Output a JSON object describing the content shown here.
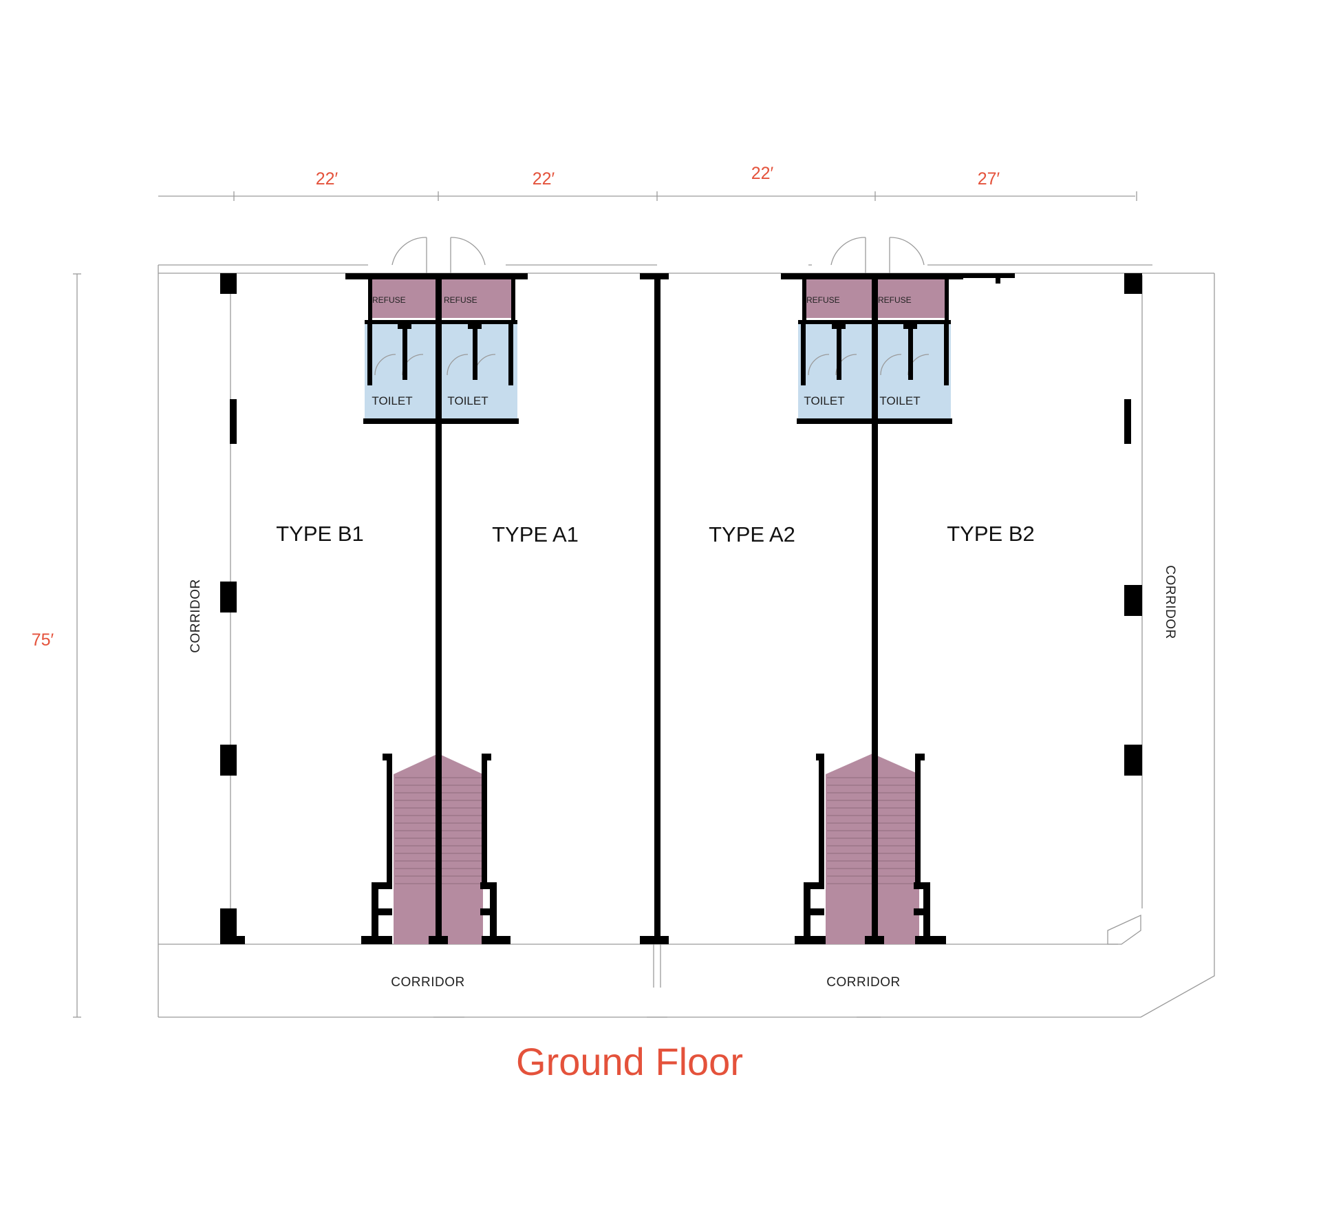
{
  "title": "Ground Floor",
  "dimensions": {
    "top": [
      "22′",
      "22′",
      "22′",
      "27′"
    ],
    "side": "75′"
  },
  "units": [
    "TYPE B1",
    "TYPE A1",
    "TYPE A2",
    "TYPE B2"
  ],
  "rooms": {
    "refuse": [
      "REFUSE",
      "REFUSE",
      "REFUSE",
      "REFUSE"
    ],
    "toilet": [
      "TOILET",
      "TOILET",
      "TOILET",
      "TOILET"
    ]
  },
  "corridors": {
    "left": "CORRIDOR",
    "right": "CORRIDOR",
    "bottom_left": "CORRIDOR",
    "bottom_right": "CORRIDOR"
  },
  "colors": {
    "dimension": "#e4523b",
    "refuse": "#b58ba0",
    "toilet": "#c6dced",
    "stairs": "#b58ba0",
    "wall": "#000000"
  }
}
